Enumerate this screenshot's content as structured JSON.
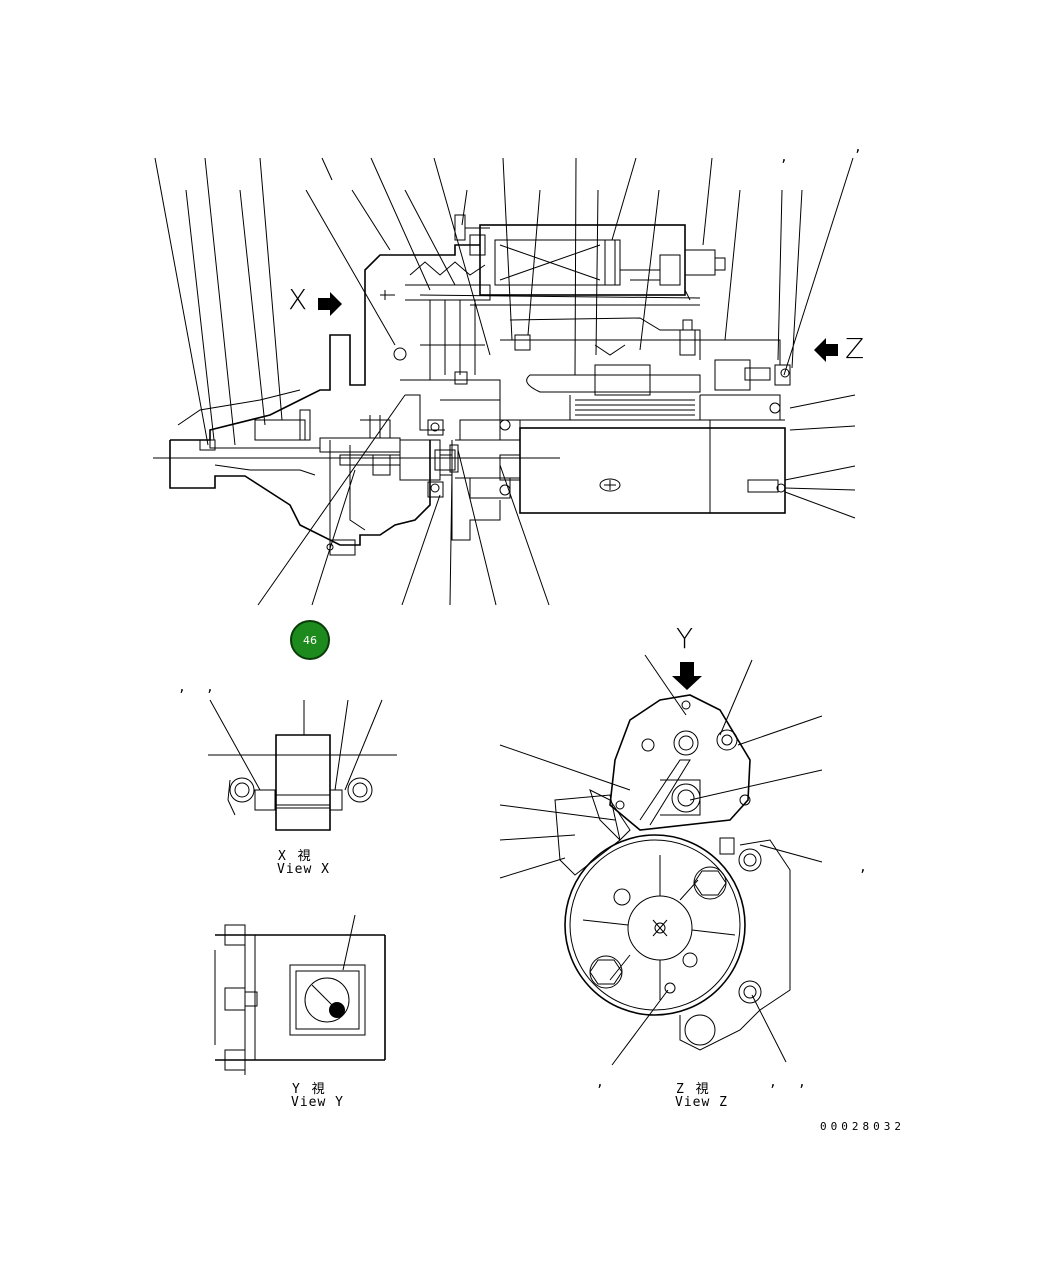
{
  "diagram": {
    "views": {
      "x": {
        "letter": "X",
        "jp": "X 視",
        "en": "View X"
      },
      "y": {
        "letter": "Y",
        "jp": "Y 視",
        "en": "View Y"
      },
      "z": {
        "letter": "Z",
        "jp": "Z 視",
        "en": "View Z"
      }
    },
    "badge": "46",
    "drawing_code": "00028032",
    "comma": ","
  }
}
